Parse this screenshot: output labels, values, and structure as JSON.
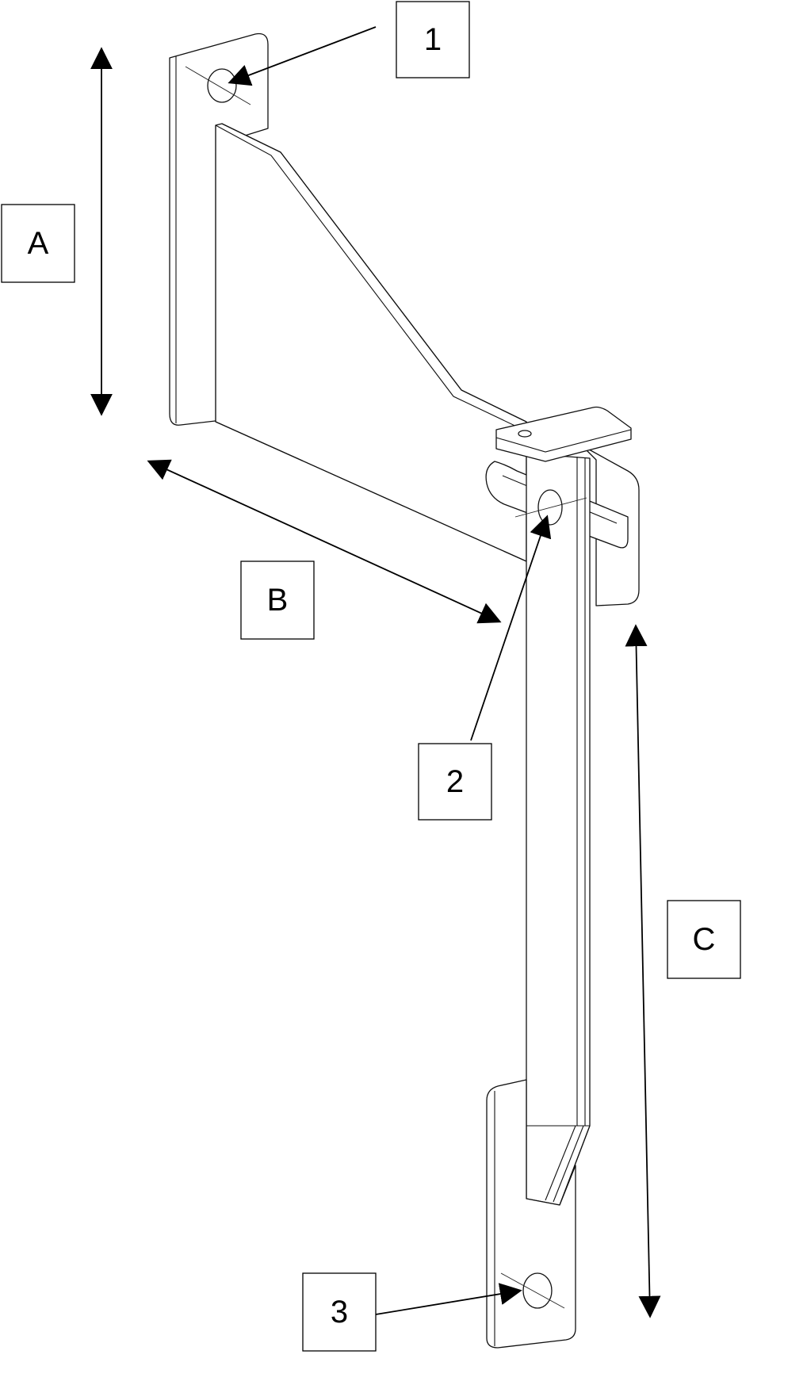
{
  "colors": {
    "line": "#111111",
    "background": "#ffffff"
  },
  "callouts": {
    "hole_1": "1",
    "hole_2": "2",
    "hole_3": "3"
  },
  "dimensions": {
    "a": "A",
    "b": "B",
    "c": "C"
  }
}
